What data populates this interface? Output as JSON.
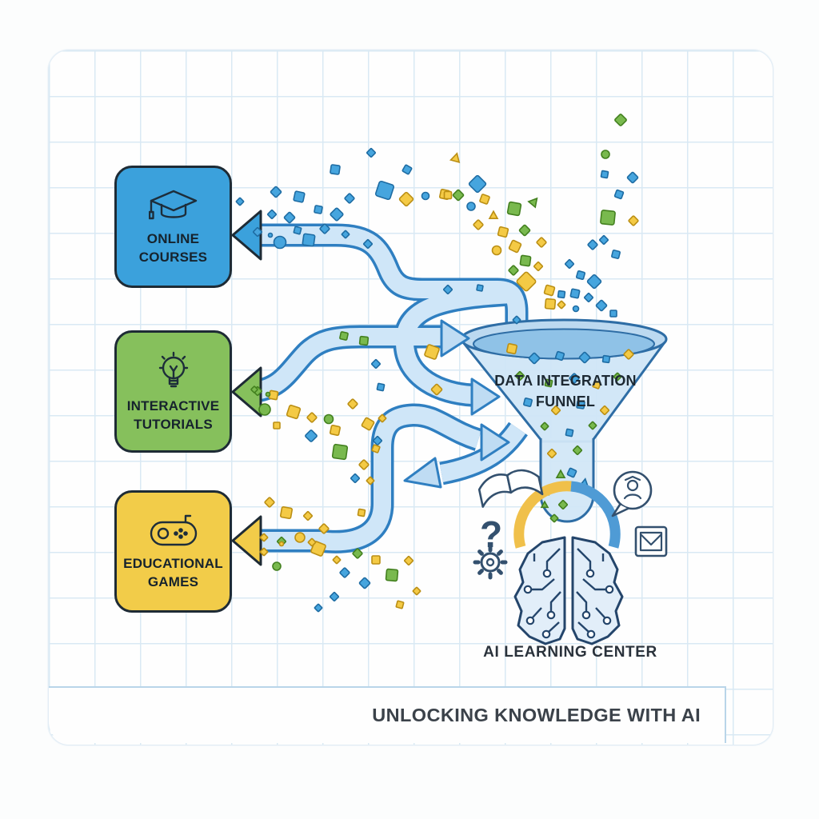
{
  "scene": {
    "title": "UNLOCKING KNOWLEDGE WITH AI"
  },
  "sources": [
    {
      "id": "online-courses",
      "line1": "ONLINE",
      "line2": "COURSES",
      "icon": "graduation-cap-icon",
      "color": "#3ba1dc"
    },
    {
      "id": "interactive-tutorials",
      "line1": "INTERACTIVE",
      "line2": "TUTORIALS",
      "icon": "lightbulb-icon",
      "color": "#86c05c"
    },
    {
      "id": "educational-games",
      "line1": "EDUCATIONAL",
      "line2": "GAMES",
      "icon": "game-controller-icon",
      "color": "#f2cc49"
    }
  ],
  "funnel": {
    "line1": "DATA INTEGRATION",
    "line2": "FUNNEL"
  },
  "ai_center": {
    "label": "AI LEARNING CENTER",
    "side_icons": [
      "open-book",
      "question-mark",
      "gear",
      "graduate-speech-bubble",
      "envelope"
    ],
    "arc_left_color": "#f0c04a",
    "arc_right_color": "#4f9bd5"
  },
  "colors": {
    "pipe_fill": "#cfe6f8",
    "pipe_stroke": "#2f7fc1",
    "funnel_fill": "#cfe5f6",
    "funnel_stroke": "#2e6da5",
    "funnel_liquid": "#8fc2e7",
    "grid": "#d9e9f4",
    "box_border": "#1e2b35",
    "brain_stroke": "#24456b",
    "brain_fill": "#e2eef9",
    "particles": {
      "b": {
        "f": "#46a5de",
        "s": "#1e6ca3"
      },
      "g": {
        "f": "#79b94e",
        "s": "#43801f"
      },
      "y": {
        "f": "#f4ca45",
        "s": "#bb8f14"
      }
    }
  },
  "particles": [
    [
      345,
      240,
      10,
      "di",
      "b",
      0
    ],
    [
      374,
      246,
      12,
      "sq",
      "b",
      12
    ],
    [
      419,
      212,
      11,
      "sq",
      "b",
      8
    ],
    [
      437,
      248,
      9,
      "di",
      "b",
      0
    ],
    [
      464,
      191,
      8,
      "di",
      "b",
      0
    ],
    [
      481,
      238,
      19,
      "sq",
      "b",
      18
    ],
    [
      509,
      212,
      9,
      "sq",
      "b",
      30
    ],
    [
      340,
      268,
      8,
      "di",
      "b",
      0
    ],
    [
      362,
      272,
      10,
      "di",
      "b",
      0
    ],
    [
      398,
      262,
      9,
      "sq",
      "b",
      10
    ],
    [
      421,
      268,
      12,
      "di",
      "b",
      0
    ],
    [
      350,
      303,
      15,
      "ci",
      "b",
      0
    ],
    [
      386,
      300,
      14,
      "sq",
      "b",
      8
    ],
    [
      300,
      252,
      7,
      "di",
      "b",
      0
    ],
    [
      322,
      290,
      8,
      "di",
      "b",
      0
    ],
    [
      338,
      294,
      5,
      "ci",
      "b",
      0
    ],
    [
      372,
      288,
      8,
      "sq",
      "b",
      15
    ],
    [
      406,
      286,
      9,
      "di",
      "b",
      0
    ],
    [
      432,
      293,
      7,
      "di",
      "b",
      0
    ],
    [
      460,
      305,
      8,
      "di",
      "b",
      0
    ],
    [
      508,
      249,
      13,
      "di",
      "y",
      0
    ],
    [
      532,
      245,
      9,
      "ci",
      "b",
      0
    ],
    [
      556,
      243,
      11,
      "sq",
      "y",
      12
    ],
    [
      573,
      244,
      10,
      "di",
      "g",
      0
    ],
    [
      589,
      258,
      10,
      "ci",
      "b",
      0
    ],
    [
      606,
      249,
      10,
      "sq",
      "y",
      20
    ],
    [
      598,
      281,
      9,
      "di",
      "y",
      0
    ],
    [
      570,
      197,
      11,
      "tr",
      "y",
      15
    ],
    [
      597,
      230,
      16,
      "di",
      "b",
      0
    ],
    [
      560,
      244,
      9,
      "sq",
      "y",
      0
    ],
    [
      617,
      269,
      10,
      "tr",
      "y",
      0
    ],
    [
      643,
      261,
      15,
      "sq",
      "g",
      10
    ],
    [
      668,
      252,
      11,
      "tr",
      "g",
      40
    ],
    [
      629,
      290,
      11,
      "sq",
      "y",
      14
    ],
    [
      656,
      288,
      10,
      "di",
      "g",
      0
    ],
    [
      621,
      313,
      11,
      "ci",
      "y",
      0
    ],
    [
      644,
      308,
      12,
      "sq",
      "y",
      25
    ],
    [
      677,
      303,
      9,
      "di",
      "y",
      0
    ],
    [
      657,
      326,
      12,
      "sq",
      "g",
      8
    ],
    [
      642,
      338,
      9,
      "di",
      "g",
      0
    ],
    [
      673,
      333,
      8,
      "di",
      "y",
      0
    ],
    [
      658,
      352,
      18,
      "di",
      "y",
      0
    ],
    [
      687,
      363,
      11,
      "sq",
      "y",
      16
    ],
    [
      688,
      380,
      12,
      "sq",
      "y",
      5
    ],
    [
      702,
      381,
      7,
      "di",
      "y",
      0
    ],
    [
      719,
      367,
      10,
      "sq",
      "b",
      12
    ],
    [
      776,
      150,
      11,
      "di",
      "g",
      0
    ],
    [
      757,
      193,
      10,
      "ci",
      "g",
      0
    ],
    [
      756,
      218,
      8,
      "sq",
      "b",
      10
    ],
    [
      791,
      222,
      10,
      "di",
      "b",
      0
    ],
    [
      774,
      243,
      9,
      "sq",
      "b",
      20
    ],
    [
      760,
      272,
      17,
      "sq",
      "g",
      6
    ],
    [
      792,
      276,
      9,
      "di",
      "y",
      0
    ],
    [
      741,
      306,
      9,
      "di",
      "b",
      0
    ],
    [
      755,
      300,
      8,
      "di",
      "b",
      0
    ],
    [
      770,
      318,
      9,
      "sq",
      "b",
      14
    ],
    [
      726,
      344,
      9,
      "sq",
      "b",
      16
    ],
    [
      743,
      352,
      13,
      "di",
      "b",
      0
    ],
    [
      712,
      330,
      8,
      "di",
      "b",
      0
    ],
    [
      702,
      368,
      8,
      "sq",
      "b",
      8
    ],
    [
      736,
      372,
      8,
      "di",
      "b",
      0
    ],
    [
      720,
      386,
      7,
      "ci",
      "b",
      0
    ],
    [
      752,
      382,
      10,
      "di",
      "b",
      0
    ],
    [
      767,
      392,
      8,
      "sq",
      "b",
      0
    ],
    [
      322,
      489,
      8,
      "di",
      "g",
      0
    ],
    [
      342,
      494,
      10,
      "sq",
      "y",
      10
    ],
    [
      331,
      512,
      14,
      "ci",
      "g",
      0
    ],
    [
      367,
      515,
      14,
      "sq",
      "y",
      18
    ],
    [
      346,
      532,
      8,
      "sq",
      "y",
      0
    ],
    [
      390,
      522,
      9,
      "di",
      "y",
      0
    ],
    [
      411,
      524,
      11,
      "ci",
      "g",
      0
    ],
    [
      419,
      538,
      11,
      "sq",
      "y",
      12
    ],
    [
      441,
      505,
      9,
      "di",
      "y",
      0
    ],
    [
      389,
      545,
      11,
      "di",
      "b",
      0
    ],
    [
      425,
      565,
      17,
      "sq",
      "g",
      8
    ],
    [
      455,
      581,
      9,
      "di",
      "y",
      0
    ],
    [
      444,
      598,
      8,
      "di",
      "b",
      0
    ],
    [
      430,
      420,
      9,
      "sq",
      "g",
      12
    ],
    [
      455,
      426,
      10,
      "sq",
      "g",
      6
    ],
    [
      540,
      440,
      15,
      "sq",
      "y",
      20
    ],
    [
      546,
      487,
      10,
      "di",
      "y",
      0
    ],
    [
      470,
      455,
      8,
      "di",
      "b",
      0
    ],
    [
      476,
      484,
      8,
      "sq",
      "b",
      12
    ],
    [
      460,
      530,
      12,
      "sq",
      "y",
      30
    ],
    [
      472,
      551,
      8,
      "di",
      "b",
      0
    ],
    [
      337,
      628,
      9,
      "di",
      "y",
      0
    ],
    [
      358,
      641,
      13,
      "sq",
      "y",
      10
    ],
    [
      385,
      645,
      8,
      "di",
      "y",
      0
    ],
    [
      405,
      661,
      9,
      "di",
      "y",
      0
    ],
    [
      375,
      672,
      12,
      "ci",
      "y",
      0
    ],
    [
      352,
      677,
      8,
      "di",
      "g",
      0
    ],
    [
      398,
      686,
      15,
      "sq",
      "y",
      22
    ],
    [
      421,
      700,
      7,
      "di",
      "y",
      0
    ],
    [
      447,
      692,
      9,
      "di",
      "g",
      0
    ],
    [
      470,
      700,
      10,
      "sq",
      "y",
      0
    ],
    [
      431,
      716,
      9,
      "di",
      "b",
      0
    ],
    [
      456,
      729,
      10,
      "di",
      "b",
      0
    ],
    [
      346,
      708,
      10,
      "ci",
      "g",
      0
    ],
    [
      330,
      690,
      7,
      "di",
      "y",
      0
    ],
    [
      490,
      719,
      14,
      "sq",
      "g",
      5
    ],
    [
      511,
      701,
      8,
      "di",
      "y",
      0
    ],
    [
      521,
      739,
      7,
      "di",
      "y",
      0
    ],
    [
      418,
      746,
      8,
      "di",
      "b",
      0
    ],
    [
      398,
      760,
      7,
      "di",
      "b",
      0
    ],
    [
      500,
      756,
      8,
      "sq",
      "y",
      15
    ],
    [
      640,
      436,
      11,
      "sq",
      "y",
      12
    ],
    [
      668,
      448,
      10,
      "di",
      "b",
      0
    ],
    [
      700,
      445,
      9,
      "sq",
      "b",
      18
    ],
    [
      731,
      447,
      10,
      "di",
      "b",
      0
    ],
    [
      758,
      449,
      8,
      "sq",
      "b",
      8
    ],
    [
      786,
      443,
      9,
      "di",
      "y",
      0
    ],
    [
      650,
      470,
      8,
      "di",
      "g",
      0
    ],
    [
      686,
      479,
      8,
      "sq",
      "g",
      12
    ],
    [
      718,
      473,
      9,
      "di",
      "b",
      0
    ],
    [
      746,
      481,
      8,
      "sq",
      "y",
      20
    ],
    [
      772,
      471,
      7,
      "di",
      "g",
      0
    ],
    [
      660,
      503,
      9,
      "sq",
      "b",
      14
    ],
    [
      695,
      513,
      8,
      "di",
      "y",
      0
    ],
    [
      726,
      506,
      9,
      "sq",
      "b",
      8
    ],
    [
      756,
      513,
      8,
      "di",
      "y",
      0
    ],
    [
      681,
      533,
      7,
      "di",
      "g",
      0
    ],
    [
      712,
      541,
      8,
      "sq",
      "b",
      12
    ],
    [
      741,
      532,
      7,
      "di",
      "g",
      0
    ],
    [
      690,
      567,
      8,
      "di",
      "y",
      0
    ],
    [
      722,
      563,
      8,
      "di",
      "g",
      0
    ],
    [
      701,
      593,
      10,
      "tr",
      "g",
      0
    ],
    [
      715,
      591,
      9,
      "sq",
      "b",
      25
    ],
    [
      731,
      603,
      9,
      "tr",
      "b",
      10
    ],
    [
      684,
      613,
      9,
      "tr",
      "g",
      30
    ],
    [
      704,
      631,
      8,
      "di",
      "g",
      0
    ],
    [
      681,
      631,
      8,
      "tr",
      "g",
      0
    ],
    [
      693,
      648,
      7,
      "di",
      "g",
      0
    ],
    [
      330,
      672,
      7,
      "di",
      "y",
      0
    ],
    [
      352,
      680,
      5,
      "ci",
      "y",
      0
    ],
    [
      390,
      678,
      7,
      "di",
      "y",
      0
    ],
    [
      452,
      641,
      8,
      "sq",
      "y",
      10
    ],
    [
      463,
      601,
      7,
      "di",
      "y",
      0
    ],
    [
      470,
      561,
      8,
      "sq",
      "y",
      20
    ],
    [
      478,
      523,
      7,
      "di",
      "y",
      0
    ],
    [
      318,
      487,
      6,
      "di",
      "g",
      0
    ],
    [
      335,
      493,
      5,
      "ci",
      "g",
      0
    ],
    [
      560,
      362,
      8,
      "di",
      "b",
      0
    ],
    [
      600,
      360,
      7,
      "sq",
      "b",
      10
    ],
    [
      646,
      400,
      7,
      "di",
      "b",
      0
    ]
  ]
}
